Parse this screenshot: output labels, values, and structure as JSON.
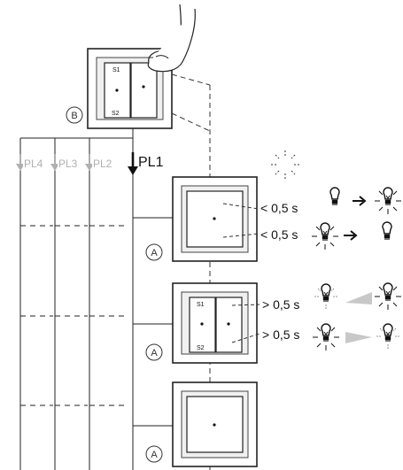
{
  "master": {
    "badge": "B",
    "s1": "S1",
    "s2": "S2"
  },
  "bus": {
    "pl1": "PL1",
    "pl2": "PL2",
    "pl3": "PL3",
    "pl4": "PL4"
  },
  "slaves": [
    {
      "badge": "A",
      "rows": [
        {
          "text": "< 0,5 s",
          "from_lamp": "bulb-off-icon",
          "to_lamp": "bulb-on-icon"
        },
        {
          "text": "< 0,5 s",
          "from_lamp": "bulb-on-icon",
          "to_lamp": "bulb-off-icon"
        }
      ]
    },
    {
      "badge": "A",
      "s1": "S1",
      "s2": "S2",
      "rows": [
        {
          "text": "> 0,5 s",
          "from_lamp": "bulb-dim-icon",
          "to_lamp": "bulb-on-icon",
          "transition": "dim-up-wedge"
        },
        {
          "text": "> 0,5 s",
          "from_lamp": "bulb-on-icon",
          "to_lamp": "bulb-dim-icon",
          "transition": "dim-down-wedge"
        }
      ]
    },
    {
      "badge": "A"
    }
  ],
  "colors": {
    "line": "#1a1a1a",
    "gray_bus": "#b0b0b0",
    "frame": "#ffffff",
    "paddle": "#f4f4f4"
  }
}
